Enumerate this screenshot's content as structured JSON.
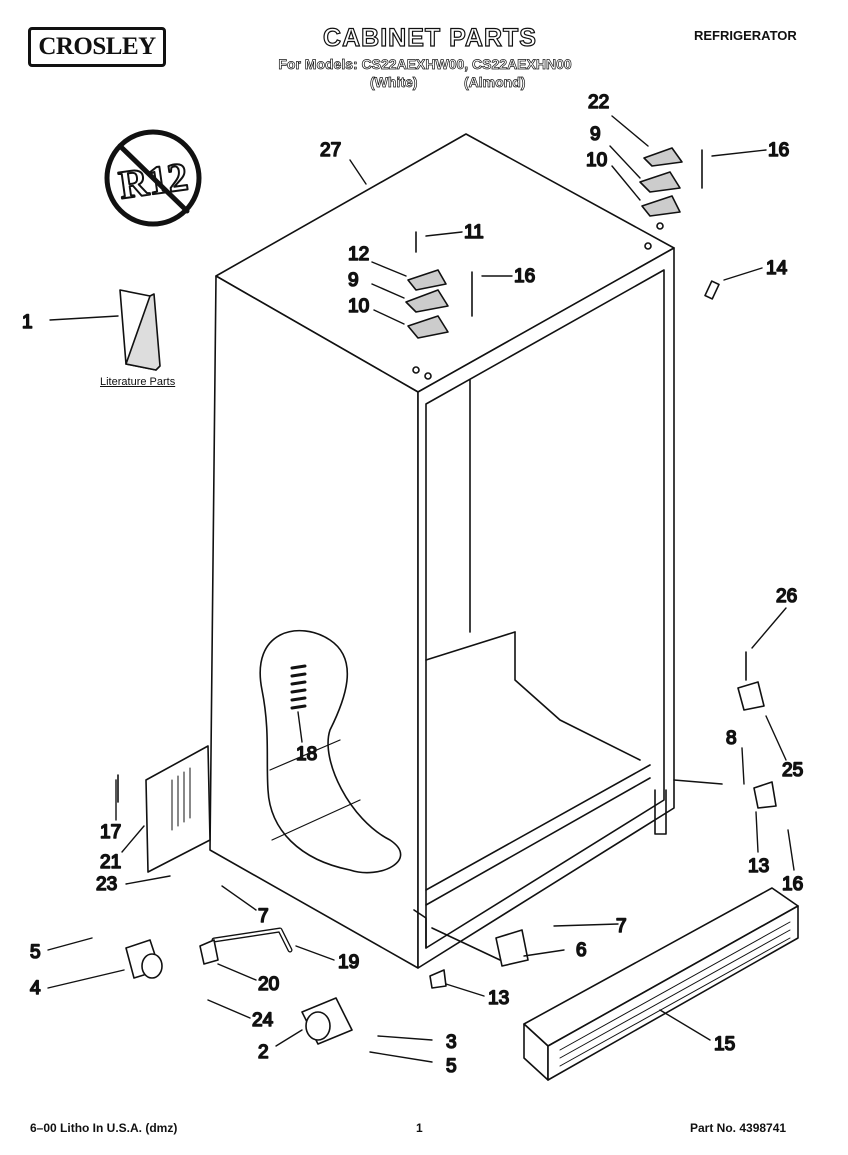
{
  "header": {
    "brand": "CROSLEY",
    "title": "CABINET PARTS",
    "models_line": "For Models: CS22AEXHW00, CS22AEXHN00",
    "variant_white": "(White)",
    "variant_almond": "(Almond)",
    "category": "REFRIGERATOR"
  },
  "badge": {
    "text": "R12"
  },
  "literature_label": "Literature Parts",
  "footer": {
    "left": "6–00 Litho In U.S.A. (dmz)",
    "center": "1",
    "right": "Part No. 4398741"
  },
  "callouts": [
    "1",
    "2",
    "3",
    "4",
    "5",
    "5",
    "6",
    "7",
    "7",
    "8",
    "9",
    "9",
    "10",
    "10",
    "11",
    "12",
    "13",
    "13",
    "14",
    "15",
    "16",
    "16",
    "16",
    "17",
    "18",
    "19",
    "20",
    "21",
    "22",
    "23",
    "24",
    "25",
    "26",
    "27"
  ]
}
